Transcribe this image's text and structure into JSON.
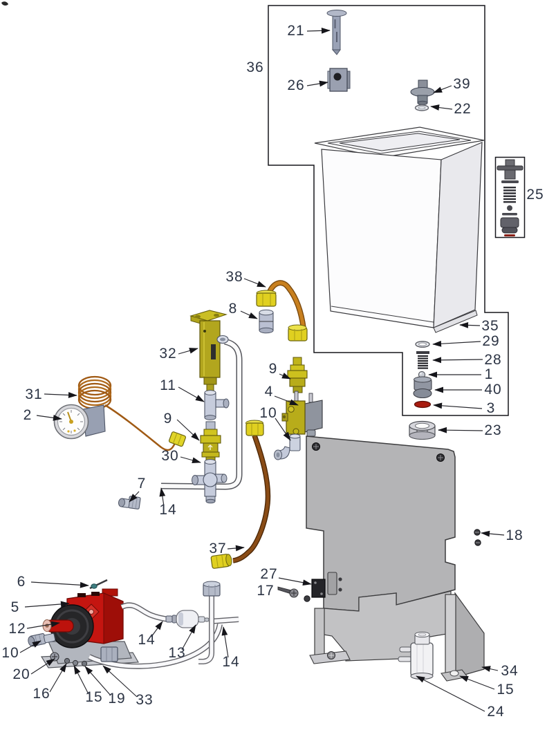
{
  "diagram": {
    "kind": "exploded-parts-diagram"
  },
  "callouts": {
    "n21": "21",
    "n26": "26",
    "n39": "39",
    "n22": "22",
    "n36": "36",
    "n25": "25",
    "n35": "35",
    "n29": "29",
    "n28": "28",
    "n1": "1",
    "n40": "40",
    "n3": "3",
    "n23": "23",
    "n38": "38",
    "n8": "8",
    "n32": "32",
    "n31": "31",
    "n2": "2",
    "n11": "11",
    "n9a": "9",
    "n9b": "9",
    "n4": "4",
    "n10a": "10",
    "n30": "30",
    "n7": "7",
    "n14a": "14",
    "n37": "37",
    "n27": "27",
    "n17": "17",
    "n18": "18",
    "n6": "6",
    "n5": "5",
    "n12": "12",
    "n10b": "10",
    "n20": "20",
    "n16": "16",
    "n15a": "15",
    "n19": "19",
    "n33": "33",
    "n13": "13",
    "n14b": "14",
    "n14c": "14",
    "n34": "34",
    "n15b": "15",
    "n24": "24"
  },
  "colors": {
    "label_ink": "#2c3444",
    "brass_yellow": "#e0d020",
    "olive_valve": "#b2a61e",
    "copper_pipe": "#c8801f",
    "dark_copper_pipe": "#8a4c16",
    "pump_red": "#c41510",
    "fitting_grey": "#c6ccdc",
    "panel_grey": "#b4b4b6",
    "gasket_red": "#a81c10"
  }
}
